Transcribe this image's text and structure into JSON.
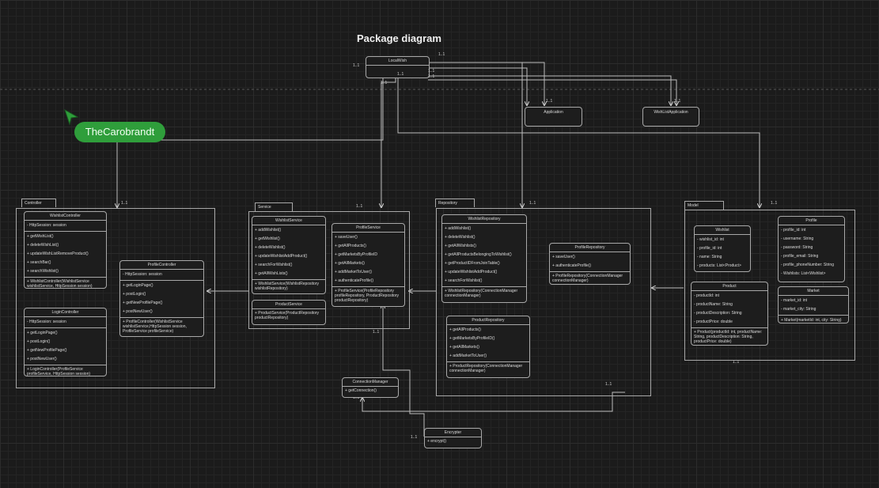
{
  "title": "Package diagram",
  "user_badge": "TheCarobrandt",
  "top_classes": {
    "localwish": "LocalWish",
    "application": "Application",
    "wishlistapplication": "WishListApplication"
  },
  "packages": {
    "controller": "Controller",
    "service": "Service",
    "repository": "Repository",
    "model": "Model"
  },
  "multiplicity": "1..1",
  "classes": {
    "wishlist_controller": {
      "name": "WishlistController",
      "attrs": [
        "- HttpSession: session"
      ],
      "methods": [
        "+ getWishList()",
        "+ deleteWishList()",
        "+ updateWishListRemoveProduct()",
        "+ searchBar()",
        "+ searchWishlist()"
      ],
      "ctors": [
        "+ WishlistController(WishlistService wishlistService, HttpSession session)"
      ]
    },
    "login_controller": {
      "name": "LoginController",
      "attrs": [
        "- HttpSession: session"
      ],
      "methods": [
        "+ getLoginPage()",
        "+ postLogin()",
        "+ getNewProfilePage()",
        "+ postNewUser()"
      ],
      "ctors": [
        "+ LoginController(ProfileService profileService, HttpSession session)"
      ]
    },
    "profile_controller": {
      "name": "ProfileController",
      "attrs": [
        "- HttpSession: session"
      ],
      "methods": [
        "+ getLoginPage()",
        "+ postLogin()",
        "+ getNewProfilePage()",
        "+ postNewUser()"
      ],
      "ctors": [
        "+ ProfileController(WishlistService wishlistService,HttpSession session, ProfileService profileService)"
      ]
    },
    "wishlist_service": {
      "name": "WishlistService",
      "methods": [
        "+ addWishlist()",
        "+ getWishlist()",
        "+ deleteWishlist()",
        "+ updateWishlistAddProduct()",
        "+ searchForWishlist()",
        "+ getAllWishLists()"
      ],
      "ctors": [
        "+ WishlistService(WishlistRepository wishlistRepository)"
      ]
    },
    "product_service": {
      "name": "ProductService",
      "ctors": [
        "+ ProductService(ProductRepository productRepository)"
      ]
    },
    "profile_service": {
      "name": "ProfileService",
      "methods": [
        "+ saveUser()",
        "+ getAllProducts()",
        "+ getMarketsByProfileID",
        "+ getAllMarkets()",
        "+ addMarketToUser()",
        "+ authenticateProfile()"
      ],
      "ctors": [
        "+ ProfileService(ProfileRepository profileRepository, ProductRepository productRepository)"
      ]
    },
    "wishlist_repository": {
      "name": "WishlistRepository",
      "methods": [
        "+ addWishlist()",
        "+ deleteWishlist()",
        "+ getAllWishlists()",
        "+ getAllProductsBelongingToWishlist()",
        "+ getProductIDFromJoinTable()",
        "+ updateWishlistAddProduct()",
        "+ searchForWishlist()"
      ],
      "ctors": [
        "+ WishlistRepository(ConnectionManager connectionManager)"
      ]
    },
    "profile_repository": {
      "name": "ProfileRepository",
      "methods": [
        "+ saveUser()",
        "+ authenticateProfile()"
      ],
      "ctors": [
        "+ ProfileRepository(ConnectionManager connectionManager)"
      ]
    },
    "product_repository": {
      "name": "ProductRepository",
      "methods": [
        "+ getAllProducts()",
        "+ getMarketsByProfileID()",
        "+ getAllMarkets()",
        "+ addMarketToUser()"
      ],
      "ctors": [
        "+ ProductRepository(ConnectionManager connectionManager)"
      ]
    },
    "wishlist": {
      "name": "Wishlist",
      "attrs": [
        "- wishlist_id: int",
        "- profile_id: int",
        "- name: String",
        "- products: List<Product>"
      ]
    },
    "profile": {
      "name": "Profile",
      "attrs": [
        "- profile_id: int",
        "- username: String",
        "- password: String",
        "- profile_email: String",
        "- profile_phoneNumber: String",
        "- Wishlists: List<Wishlist>"
      ]
    },
    "product": {
      "name": "Product",
      "attrs": [
        "- productId: int",
        "- productName: String",
        "- productDescription: String",
        "- productPrice: double"
      ],
      "ctors": [
        "+ Product(productId: int, productName: String, productDescription: String, productPrice: double)"
      ]
    },
    "market": {
      "name": "Market",
      "attrs": [
        "- market_id: int",
        "- market_city: String"
      ],
      "ctors": [
        "+ Market(marketId: int, city: String)"
      ]
    },
    "connection_manager": {
      "name": "ConnectionManager",
      "methods": [
        "+ getConnection()"
      ]
    },
    "encrypter": {
      "name": "Encrypter",
      "methods": [
        "+ encrypt()"
      ]
    }
  },
  "colors": {
    "background": "#1b1b1b",
    "badge": "#2f9e3b",
    "line": "#a8a8a8"
  }
}
